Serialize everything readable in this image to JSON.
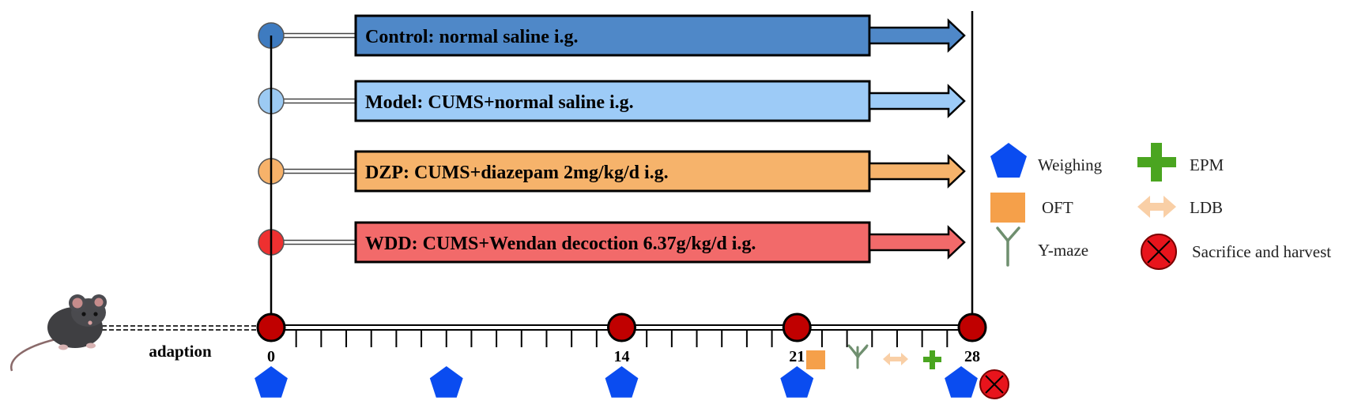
{
  "groups": [
    {
      "label": "Control: normal saline i.g.",
      "fill": "#4f88c8",
      "dot": "#3e7bc0"
    },
    {
      "label": "Model: CUMS+normal saline i.g.",
      "fill": "#9dcbf7",
      "dot": "#9ccaf3"
    },
    {
      "label": "DZP: CUMS+diazepam 2mg/kg/d i.g.",
      "fill": "#f6b36b",
      "dot": "#f7b26a"
    },
    {
      "label": "WDD: CUMS+Wendan decoction 6.37g/kg/d i.g.",
      "fill": "#f26a6a",
      "dot": "#ee3030"
    }
  ],
  "timeline": {
    "adaption_label": "adaption",
    "days": [
      "0",
      "14",
      "21",
      "28"
    ],
    "day_values": [
      0,
      14,
      21,
      28
    ],
    "weighing_days": [
      0,
      7,
      14,
      21,
      28
    ],
    "node_color": "#c00000"
  },
  "legend": {
    "weighing": "Weighing",
    "oft": "OFT",
    "ymaze": "Y-maze",
    "epm": "EPM",
    "ldb": "LDB",
    "sacrifice": "Sacrifice and harvest"
  },
  "colors": {
    "weighing": "#0a4cf0",
    "oft": "#f5a04a",
    "ymaze": "#6f8f6f",
    "epm": "#4aa520",
    "ldb": "#f9cfa6",
    "sacrifice": "#e8141c"
  },
  "icons": [
    "mouse-icon",
    "pentagon-icon",
    "square-icon",
    "y-shape-icon",
    "double-arrow-icon",
    "cross-icon",
    "x-circle-icon"
  ]
}
